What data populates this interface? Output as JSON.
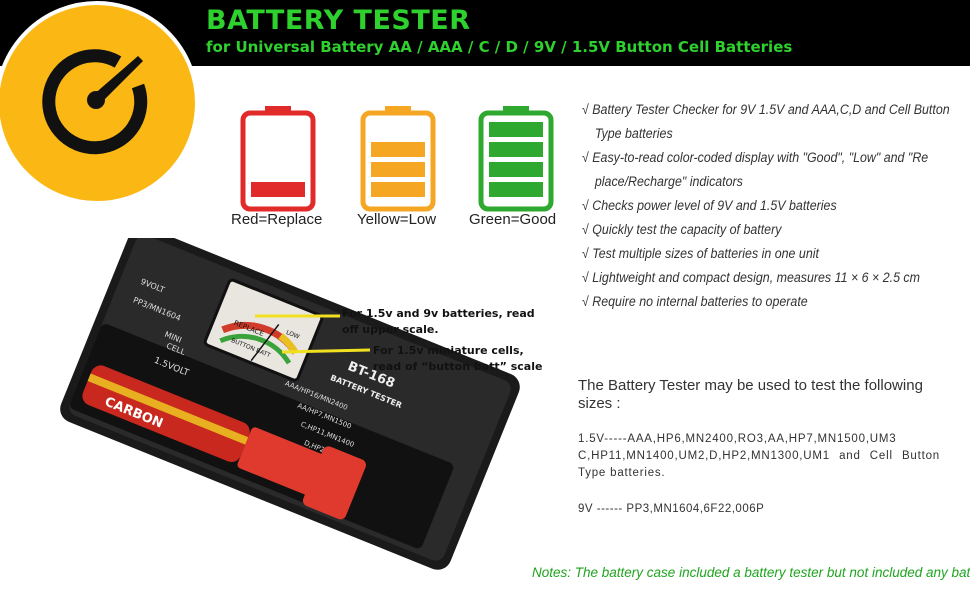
{
  "header": {
    "title": "BATTERY TESTER",
    "subtitle": "for Universal Battery AA / AAA / C / D / 9V / 1.5V Button Cell Batteries"
  },
  "logo": {
    "icon": "gauge-icon",
    "color": "#fbb814"
  },
  "indicators": [
    {
      "label": "Red=Replace",
      "color": "#e12a2a",
      "icon": "battery-low-icon"
    },
    {
      "label": "Yellow=Low",
      "color": "#f5a623",
      "icon": "battery-medium-icon"
    },
    {
      "label": "Green=Good",
      "color": "#2ea82e",
      "icon": "battery-full-icon"
    }
  ],
  "features": [
    "√ Battery Tester Checker for 9V 1.5V and AAA,C,D and Cell Button",
    "Type batteries",
    "√ Easy-to-read color-coded display with \"Good\", \"Low\" and \"Re",
    "place/Recharge\" indicators",
    "√ Checks power level of 9V and 1.5V batteries",
    "√ Quickly test the capacity of battery",
    "√ Test multiple sizes of batteries in one unit",
    "√ Lightweight and compact design, measures 11 × 6 × 2.5 cm",
    "√ Require no internal batteries to operate"
  ],
  "sizes": {
    "heading": "The Battery Tester may be used to test the following sizes :",
    "list_15v": "1.5V-----AAA,HP6,MN2400,RO3,AA,HP7,MN1500,UM3 C,HP11,MN1400,UM2,D,HP2,MN1300,UM1 and Cell Button Type batteries.",
    "list_9v": "9V ------ PP3,MN1604,6F22,006P"
  },
  "notes": "Notes: The battery case included a battery tester but not included any batteries",
  "device": {
    "model": "BT-168",
    "name": "BATTERY TESTER",
    "label_9v": "9VOLT",
    "label_pp3": "PP3/MN1604",
    "label_mini": "MINI",
    "label_cell": "CELL",
    "label_15v": "1.5VOLT",
    "label_aaa": "AAA/HP16/MN2400",
    "label_aa": "AA/HP7,MN1500",
    "label_c": "C,HP11,MN1400",
    "label_d": "D,HP2,MN1300",
    "meter_replace": "REPLACE",
    "meter_low": "LOW",
    "meter_button": "BUTTON BATT",
    "battery_brand": "CARBON"
  },
  "callouts": {
    "upper_line1": "For 1.5v and 9v batteries, read",
    "upper_line2": "off upper scale.",
    "lower_line1": "For 1.5v miniature cells,",
    "lower_line2": "read of  “button batt”  scale"
  }
}
